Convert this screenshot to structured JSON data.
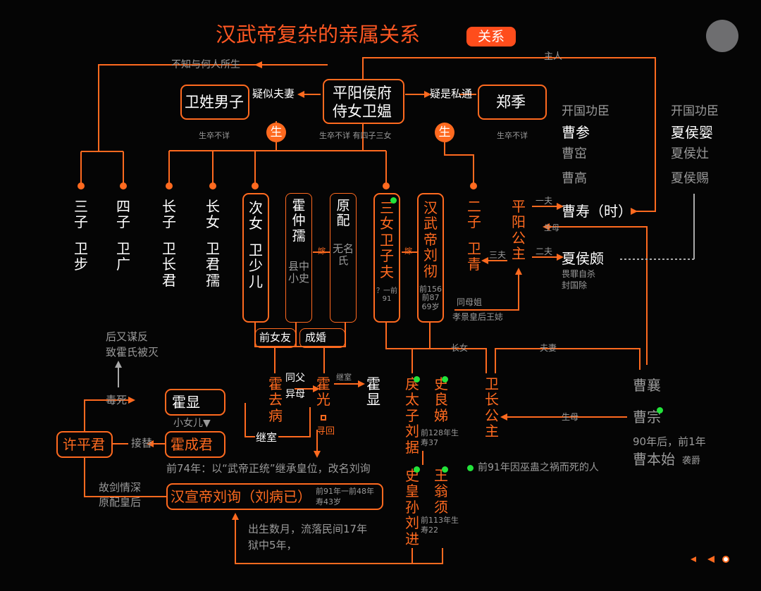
{
  "title": "汉武帝复杂的亲属关系",
  "tag": "关系",
  "colors": {
    "accent": "#ff6a1f",
    "background": "#050505",
    "legend_dot": "#22e33a"
  },
  "center": {
    "line1": "平阳侯府",
    "line2": "侍女卫媪",
    "note": "生卒不详 有四子三女"
  },
  "wei_man": {
    "name": "卫姓男子",
    "note": "生卒不详"
  },
  "zhengji": {
    "name": "郑季",
    "note": "生卒不详"
  },
  "edges": {
    "unknown_father": "不知与何人所生",
    "master": "主人",
    "like_couple": "疑似夫妻",
    "affair": "疑是私通",
    "born": "生",
    "first_husband": "一夫",
    "second_husband": "二夫",
    "third_husband": "三夫",
    "birth_mother": "生母",
    "married_1": "嫁",
    "married_2": "嫁",
    "ex_girlfriend": "前女友",
    "marriage": "成婚",
    "same_father": "同父",
    "diff_mother": "异母",
    "second_wife": "继室",
    "second_wife_2": "继室",
    "search": "寻回",
    "same_mother_sister": "同母姐",
    "empress_wang": "孝景皇后王娡",
    "eldest_daughter": "长女",
    "couple": "夫妻",
    "birth_mother_2": "生母",
    "poisoned": "毒死",
    "replaced": "接替",
    "old_sword": "故剑情深",
    "original_empress": "原配皇后",
    "youngest_daughter": "小女儿▼"
  },
  "children": {
    "third_son": {
      "role": "三子",
      "name": "卫步"
    },
    "fourth_son": {
      "role": "四子",
      "name": "卫广"
    },
    "eldest_son": {
      "role": "长子",
      "name": "卫长君"
    },
    "eldest_daughter": {
      "role": "长女",
      "name": "卫君孺"
    },
    "second_daughter": {
      "role": "次女",
      "name": "卫少儿"
    },
    "third_daughter": {
      "role": "三女",
      "name": "卫子夫",
      "dates": "？一前91"
    },
    "second_son": {
      "role": "二子",
      "name": "卫青"
    }
  },
  "huo_zhongru": {
    "name": "霍仲孺",
    "note": "县中小史"
  },
  "original_wife": {
    "name": "原配",
    "note": "无名氏"
  },
  "emperor_wu": {
    "name": "汉武帝刘彻",
    "dates": "前156 前87 69岁"
  },
  "pingyang": {
    "name": "平阳公主"
  },
  "founders_left": {
    "label": "开国功臣",
    "names": [
      "曹参",
      "曹窋",
      "曹高"
    ]
  },
  "founders_right": {
    "label": "开国功臣",
    "names": [
      "夏侯婴",
      "夏侯灶",
      "夏侯赐"
    ]
  },
  "cao_shou": "曹寿（时）",
  "xiahou_po": {
    "name": "夏侯颇",
    "note1": "畏罪自杀",
    "note2": "封国除"
  },
  "huo_qubing": "霍去病",
  "huo_guang": "霍光",
  "huo_xian_right": "霍显",
  "huo_xian": "霍显",
  "huo_chengjun": "霍成君",
  "xu_pingjun": "许平君",
  "revolt": {
    "line1": "后又谋反",
    "line2": "致霍氏被灭"
  },
  "crown_prince": {
    "name": "戾太子刘据",
    "dates": "前128年生 寿37"
  },
  "shi_liangdi": {
    "name": "史良娣"
  },
  "grandson": {
    "name": "史皇孙刘进",
    "dates": "前113年生 寿22"
  },
  "wang_wengxu": {
    "name": "王翁须"
  },
  "princess_wei": {
    "name": "卫长公主"
  },
  "cao_xiang": "曹襄",
  "cao_zong": "曹宗",
  "cao_benshi": {
    "note": "90年后，前1年",
    "name": "曹本始",
    "title": "袭爵"
  },
  "legend": "前91年因巫蛊之祸而死的人",
  "xuandi_note": "前74年：以“武帝正统”继承皇位，改名刘询",
  "xuandi": {
    "name": "汉宣帝刘询（刘病已）",
    "dates1": "前91年一前48年",
    "dates2": "寿43岁"
  },
  "bottom_note": {
    "line1": "出生数月，流落民间17年",
    "line2": "狱中5年，"
  }
}
